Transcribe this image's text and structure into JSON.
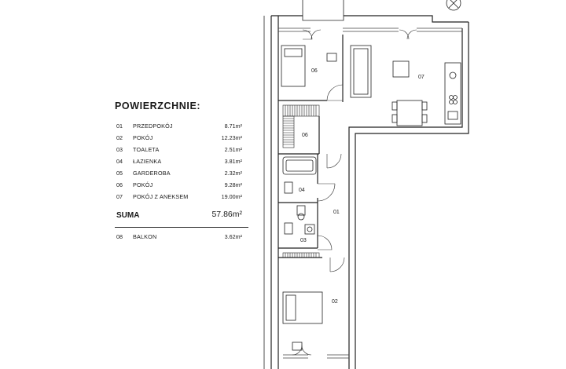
{
  "legend": {
    "title": "POWIERZCHNIE:",
    "rooms": [
      {
        "num": "01",
        "name": "PRZEDPOKÓJ",
        "area": "8.71m²"
      },
      {
        "num": "02",
        "name": "POKÓJ",
        "area": "12.23m²"
      },
      {
        "num": "03",
        "name": "TOALETA",
        "area": "2.51m²"
      },
      {
        "num": "04",
        "name": "ŁAZIENKA",
        "area": "3.81m²"
      },
      {
        "num": "05",
        "name": "GARDEROBA",
        "area": "2.32m²"
      },
      {
        "num": "06",
        "name": "POKÓJ",
        "area": "9.28m²"
      },
      {
        "num": "07",
        "name": "POKÓJ Z ANEKSEM",
        "area": "19.00m²"
      }
    ],
    "sum_label": "SUMA",
    "sum_value": "57.86m²",
    "balcony": {
      "num": "08",
      "name": "BALKON",
      "area": "3.62m²"
    }
  },
  "plan": {
    "room_labels": {
      "r01": "01",
      "r02": "02",
      "r03": "03",
      "r04": "04",
      "r06": "06",
      "r06b": "06",
      "r07": "07"
    }
  }
}
